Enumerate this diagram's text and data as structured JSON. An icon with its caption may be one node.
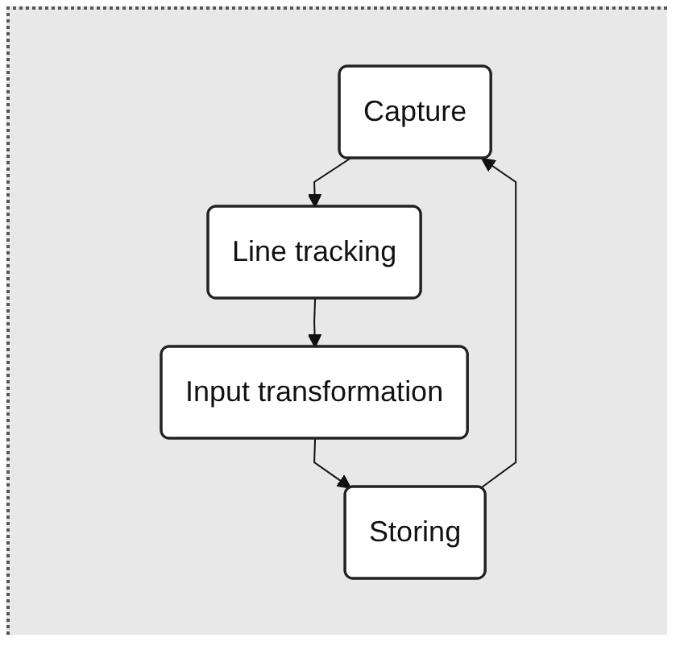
{
  "diagram": {
    "nodes": [
      {
        "text": [
          "Capture"
        ]
      },
      {
        "text": [
          "Line tracking"
        ]
      },
      {
        "text": [
          "Input transformation"
        ]
      },
      {
        "text": [
          "Storing"
        ]
      }
    ],
    "edges": [
      {
        "from": 0,
        "to": 1,
        "arrow": "to"
      },
      {
        "from": 1,
        "to": 2,
        "arrow": "to"
      },
      {
        "from": 2,
        "to": 3,
        "arrow": "to"
      },
      {
        "from": 3,
        "to": 0,
        "arrow": "to"
      }
    ]
  }
}
